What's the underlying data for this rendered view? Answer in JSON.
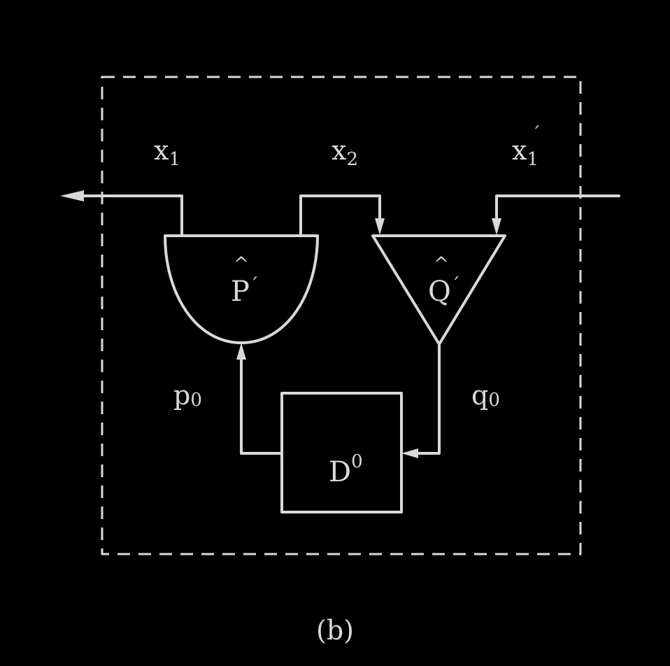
{
  "colors": {
    "background": "#000000",
    "ink": "#d9d9d9"
  },
  "labels": {
    "x1": {
      "base": "x",
      "sub": "1"
    },
    "x2": {
      "base": "x",
      "sub": "2"
    },
    "x1_prime": {
      "base": "x",
      "sub": "1",
      "mark": "´"
    },
    "p_hat": {
      "base": "P",
      "mark": "´",
      "hat": "^"
    },
    "q_hat": {
      "base": "Q",
      "mark": "´",
      "hat": "^"
    },
    "p0": {
      "base": "p",
      "sub": "0"
    },
    "q0": {
      "base": "q",
      "sub": "0"
    },
    "d0": {
      "base": "D",
      "sup": "0"
    },
    "caption": "(b)"
  }
}
